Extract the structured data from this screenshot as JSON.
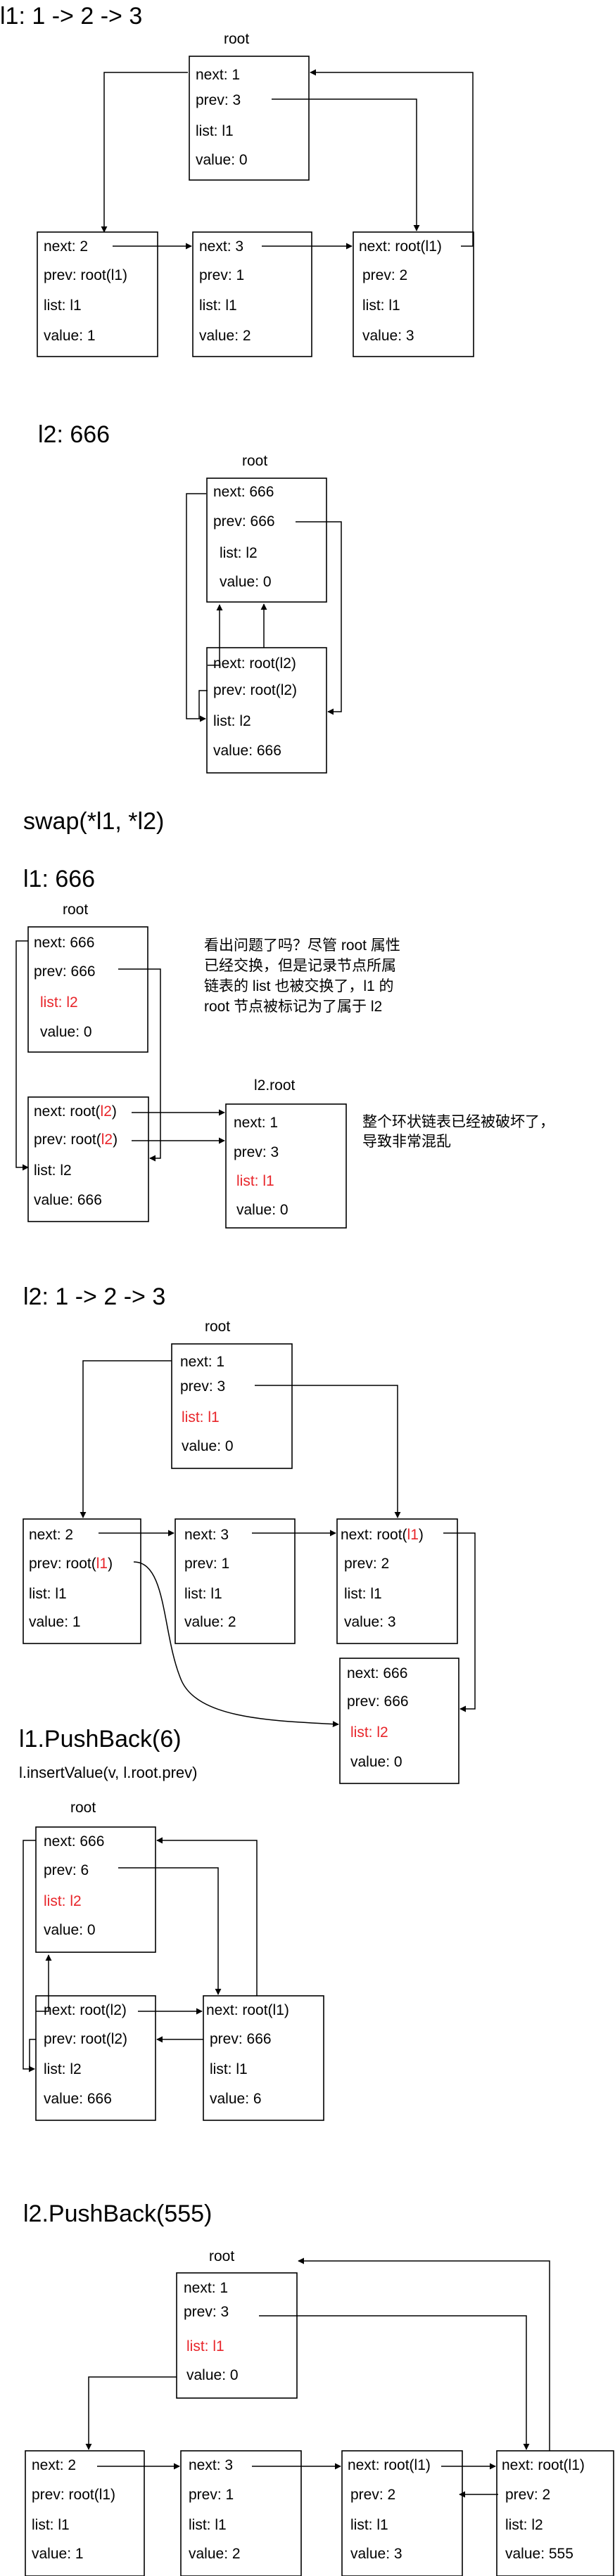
{
  "colors": {
    "highlight": "#e8252a",
    "line": "#000000",
    "background": "#ffffff"
  },
  "headings": {
    "s1_title": "l1: 1 -> 2 -> 3",
    "s2_title": "l2: 666",
    "swap_title": "swap(*l1, *l2)",
    "s3_title": "l1: 666",
    "s4_title": "l2: 1 -> 2 -> 3",
    "s5_title": "l1.PushBack(6)",
    "s5_sub": "l.insertValue(v, l.root.prev)",
    "s6_title": "l2.PushBack(555)"
  },
  "root_label": "root",
  "l2root_label": "l2.root",
  "notes": {
    "n1": [
      "看出问题了吗？尽管 root 属性",
      "已经交换，但是记录节点所属",
      "链表的 list 也被交换了，l1 的",
      "root 节点被标记为了属于 l2"
    ],
    "n2": [
      "整个环状链表已经被破坏了，",
      "导致非常混乱"
    ]
  },
  "s1": {
    "root": {
      "next": "next: 1",
      "prev": "prev: 3",
      "list": "list: l1",
      "value": "value: 0"
    },
    "n1": {
      "next": "next: 2",
      "prev": "prev: root(l1)",
      "list": "list: l1",
      "value": "value: 1"
    },
    "n2": {
      "next": "next: 3",
      "prev": "prev: 1",
      "list": "list: l1",
      "value": "value: 2"
    },
    "n3": {
      "next": "next: root(l1)",
      "prev": "prev: 2",
      "list": "list: l1",
      "value": "value: 3"
    }
  },
  "s2": {
    "root": {
      "next": "next: 666",
      "prev": "prev: 666",
      "list": "list: l2",
      "value": "value: 0"
    },
    "n666": {
      "next": "next: root(l2)",
      "prev": "prev: root(l2)",
      "list": "list: l2",
      "value": "value: 666"
    }
  },
  "s3": {
    "root": {
      "next": "next: 666",
      "prev": "prev: 666",
      "list": "list: l2",
      "value": "value: 0"
    },
    "n666": {
      "next_a": "next: root(",
      "next_b": "l2",
      "next_c": ")",
      "prev_a": "prev: root(",
      "prev_b": "l2",
      "prev_c": ")",
      "list": "list: l2",
      "value": "value: 666"
    },
    "l2root": {
      "next": "next: 1",
      "prev": "prev: 3",
      "list": "list: l1",
      "value": "value: 0"
    }
  },
  "s4": {
    "root": {
      "next": "next: 1",
      "prev": "prev: 3",
      "list": "list: l1",
      "value": "value: 0"
    },
    "n1": {
      "next": "next: 2",
      "prev_a": "prev: root(",
      "prev_b": "l1",
      "prev_c": ")",
      "list": "list: l1",
      "value": "value: 1"
    },
    "n2": {
      "next": "next: 3",
      "prev": "prev: 1",
      "list": "list: l1",
      "value": "value: 2"
    },
    "n3": {
      "next_a": "next: root(",
      "next_b": "l1",
      "next_c": ")",
      "prev": "prev: 2",
      "list": "list: l1",
      "value": "value: 3"
    },
    "n666": {
      "next": "next: 666",
      "prev": "prev: 666",
      "list": "list: l2",
      "value": "value: 0"
    }
  },
  "s5": {
    "root": {
      "next": "next: 666",
      "prev": "prev: 6",
      "list": "list: l2",
      "value": "value: 0"
    },
    "n666": {
      "next": "next: root(l2)",
      "prev": "prev: root(l2)",
      "list": "list: l2",
      "value": "value: 666"
    },
    "n6": {
      "next": "next: root(l1)",
      "prev": "prev: 666",
      "list": "list: l1",
      "value": "value: 6"
    }
  },
  "s6": {
    "root": {
      "next": "next: 1",
      "prev": "prev: 3",
      "list": "list: l1",
      "value": "value: 0"
    },
    "n1": {
      "next": "next: 2",
      "prev": "prev: root(l1)",
      "list": "list: l1",
      "value": "value: 1"
    },
    "n2": {
      "next": "next: 3",
      "prev": "prev: 1",
      "list": "list: l1",
      "value": "value: 2"
    },
    "n3": {
      "next": "next: root(l1)",
      "prev": "prev: 2",
      "list": "list: l1",
      "value": "value: 3"
    },
    "n555": {
      "next": "next: root(l1)",
      "prev": "prev: 2",
      "list": "list: l2",
      "value": "value: 555"
    }
  }
}
